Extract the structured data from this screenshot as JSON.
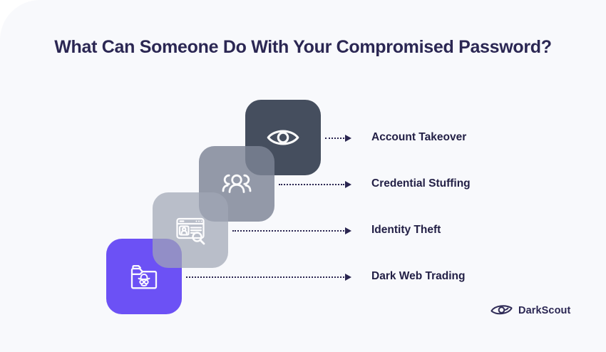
{
  "title": "What Can Someone Do With Your Compromised Password?",
  "rows": [
    {
      "label": "Account Takeover",
      "icon": "eye-icon",
      "square_color": "#454E5E"
    },
    {
      "label": "Credential Stuffing",
      "icon": "group-icon",
      "square_color": "#99A1AF"
    },
    {
      "label": "Identity Theft",
      "icon": "id-search-icon",
      "square_color": "#B9BDC9"
    },
    {
      "label": "Dark Web Trading",
      "icon": "folder-spy-icon",
      "square_color": "#6C51F5"
    }
  ],
  "brand": {
    "name": "DarkScout",
    "icon": "darkscout-eye-logo-icon"
  },
  "colors": {
    "background": "#F8F9FC",
    "title_text": "#2B2753",
    "label_text": "#232046",
    "connector": "#2A2550",
    "dark_slate": "#454E5E",
    "gray_mid": "#99A1AF",
    "gray_light": "#B9BDC9",
    "accent_purple": "#6C51F5",
    "icon_stroke": "#FFFFFF"
  }
}
